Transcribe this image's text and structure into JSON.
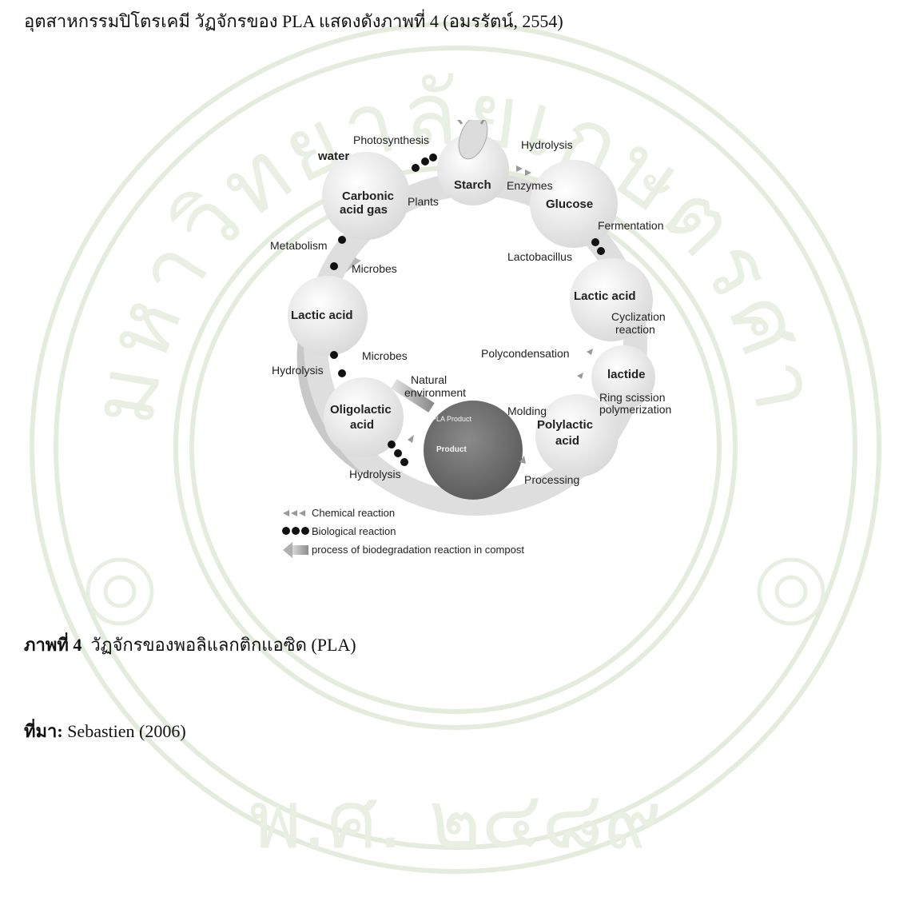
{
  "document": {
    "intro_line": "อุตสาหกรรมปิโตรเคมี วัฏจักรของ PLA แสดงดังภาพที่ 4 (อมรรัตน์, 2554)",
    "caption_label": "ภาพที่ 4",
    "caption_text": "วัฏจักรของพอลิแลกติกแอซิด (PLA)",
    "source_label": "ที่มา:",
    "source_text": "Sebastien (2006)"
  },
  "watermark": {
    "color": "#dfe8d8",
    "arc_text": "มหาวิทยาลัยเกษตรศาสตร์",
    "year_text": "พ.ศ. ๒๔๘๙"
  },
  "diagram": {
    "nodes": {
      "water": "water",
      "carbonic_1": "Carbonic",
      "carbonic_2": "acid gas",
      "starch": "Starch",
      "glucose": "Glucose",
      "lactic_right": "Lactic acid",
      "lactide": "lactide",
      "polylactic_1": "Polylactic",
      "polylactic_2": "acid",
      "product_title": "PLA Product",
      "product": "Product",
      "oligo_1": "Oligolactic",
      "oligo_2": "acid",
      "lactic_left": "Lactic acid"
    },
    "labels": {
      "photosynthesis": "Photosynthesis",
      "plants": "Plants",
      "hydrolysis_top": "Hydrolysis",
      "enzymes": "Enzymes",
      "fermentation": "Fermentation",
      "lactobacillus": "Lactobacillus",
      "cyclization_1": "Cyclization",
      "cyclization_2": "reaction",
      "polycondensation": "Polycondensation",
      "ring_1": "Ring scission",
      "ring_2": "polymerization",
      "molding": "Molding",
      "processing": "Processing",
      "hydrolysis_bottom": "Hydrolysis",
      "natural_1": "Natural",
      "natural_2": "environment",
      "microbes_lower": "Microbes",
      "hydrolysis_left": "Hydrolysis",
      "microbes_upper": "Microbes",
      "metabolism": "Metabolism"
    },
    "legend": {
      "chemical": "Chemical reaction",
      "biological": "Biological reaction",
      "compost": "process of biodegradation reaction in compost"
    }
  }
}
